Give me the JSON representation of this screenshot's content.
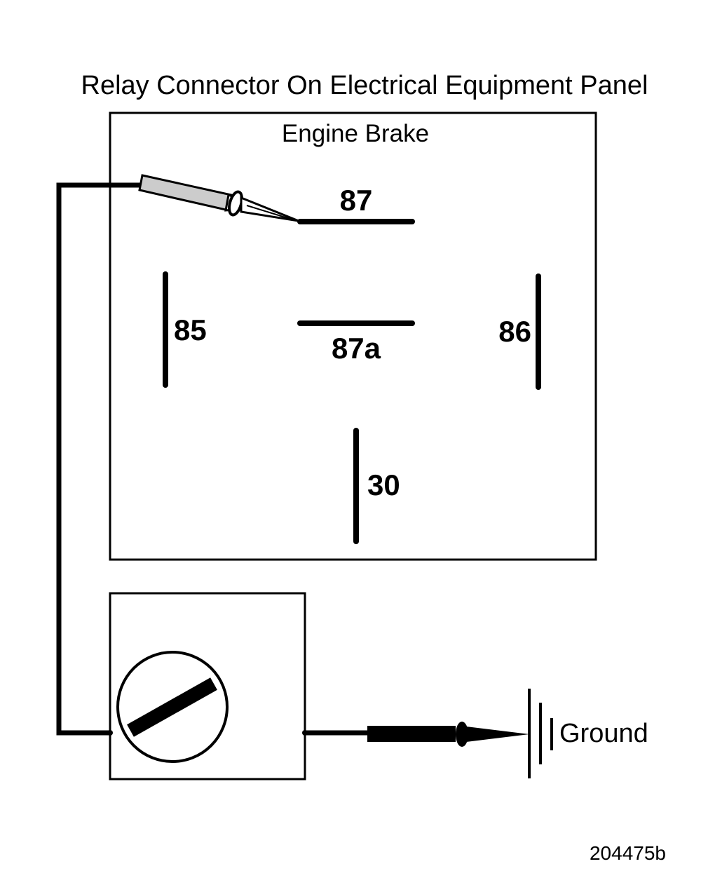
{
  "diagram": {
    "title": "Relay Connector On Electrical Equipment Panel",
    "relay": {
      "label": "Engine Brake",
      "terminals": {
        "t87": "87",
        "t85": "85",
        "t87a": "87a",
        "t86": "86",
        "t30": "30"
      }
    },
    "meter": {
      "icon": "multimeter-dial-icon"
    },
    "ground": {
      "label": "Ground",
      "icon": "ground-symbol-icon"
    },
    "figure_id": "204475b",
    "colors": {
      "line": "#000000",
      "background": "#ffffff",
      "probe_tip": "#cccccc"
    }
  }
}
